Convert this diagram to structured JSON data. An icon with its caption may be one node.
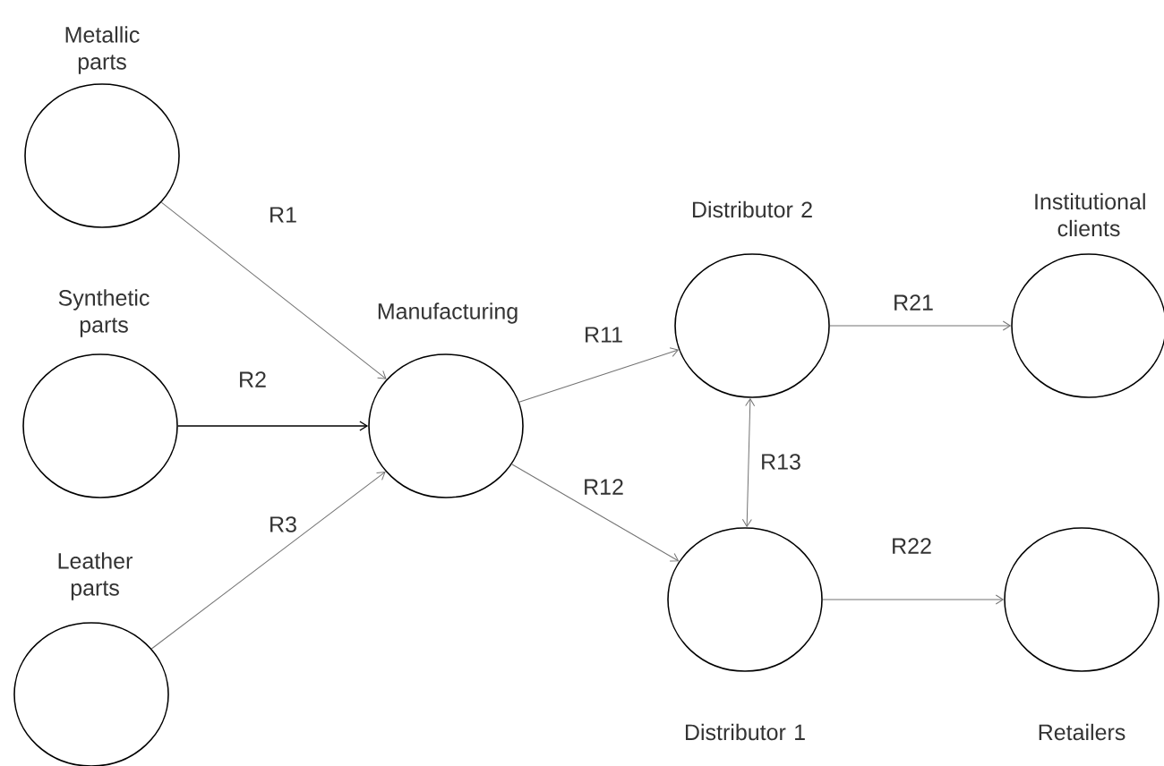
{
  "diagram": {
    "nodes": [
      {
        "text": [
          "Metallic parts"
        ]
      },
      {
        "text": [
          "Synthetic parts"
        ]
      },
      {
        "text": [
          "Leather parts"
        ]
      },
      {
        "text": [
          "Manufacturing"
        ]
      },
      {
        "text": [
          "Distributor 2"
        ]
      },
      {
        "text": [
          "Distributor 1"
        ]
      },
      {
        "text": [
          "Institutional clients"
        ]
      },
      {
        "text": [
          "Retailers"
        ]
      }
    ],
    "edges": [
      {
        "from": 0,
        "to": 3,
        "arrow": "to",
        "label": "R1"
      },
      {
        "from": 1,
        "to": 3,
        "arrow": "to",
        "label": "R2",
        "color": "#000000"
      },
      {
        "from": 2,
        "to": 3,
        "arrow": "to",
        "label": "R3"
      },
      {
        "from": 3,
        "to": 4,
        "arrow": "to",
        "label": "R11"
      },
      {
        "from": 3,
        "to": 5,
        "arrow": "to",
        "label": "R12"
      },
      {
        "from": 4,
        "to": 5,
        "arrow": "both",
        "label": "R13"
      },
      {
        "from": 4,
        "to": 6,
        "arrow": "to",
        "label": "R21"
      },
      {
        "from": 5,
        "to": 7,
        "arrow": "to",
        "label": "R22"
      }
    ]
  }
}
